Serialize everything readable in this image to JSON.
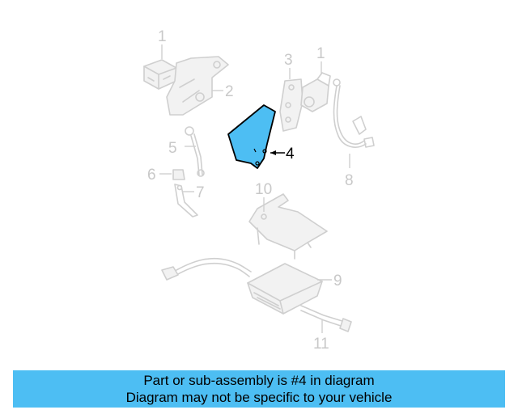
{
  "callouts": {
    "c1a": "1",
    "c1b": "1",
    "c2": "2",
    "c3": "3",
    "c4": "4",
    "c5": "5",
    "c6": "6",
    "c7": "7",
    "c8": "8",
    "c9": "9",
    "c10": "10",
    "c11": "11"
  },
  "highlighted_part": "4",
  "colors": {
    "highlight_fill": "#4dbef3",
    "banner_background": "#4dbef3",
    "ghost_stroke": "#cfcfcf"
  },
  "banner": {
    "line1": "Part or sub-assembly is #4 in diagram",
    "line2": "Diagram may not be specific to your vehicle"
  }
}
